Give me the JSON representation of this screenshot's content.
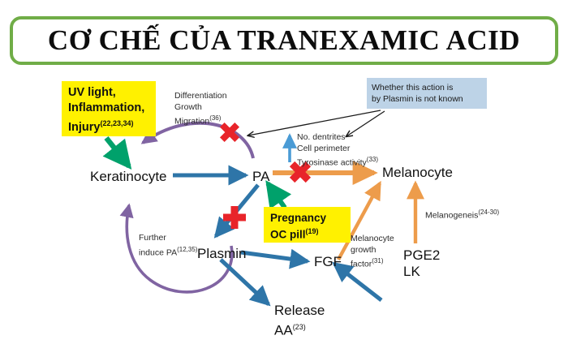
{
  "title": {
    "text": "CƠ CHẾ CỦA TRANEXAMIC ACID",
    "border_color": "#70AD47"
  },
  "colors": {
    "yellow_box": "#FFF100",
    "blue_callout": "#BDD3E7",
    "green_arrow": "#00A16B",
    "purple_arrow": "#8064A2",
    "blue_arrow": "#2E75A8",
    "light_blue_arrow": "#4A9BD5",
    "orange_arrow": "#ED9C4B",
    "red_x": "#E8242A",
    "black_arrow": "#1a1a1a"
  },
  "boxes": {
    "uv": {
      "line1": "UV light,",
      "line2": "Inflammation,",
      "line3": "Injury",
      "ref": "(22,23,34)"
    },
    "pregnancy": {
      "line1": "Pregnancy",
      "line2": "OC pill",
      "ref": "(19)"
    },
    "callout": {
      "line1": "Whether this action is",
      "line2": "by Plasmin is not known"
    }
  },
  "nodes": {
    "keratinocyte": "Keratinocyte",
    "pa": "PA",
    "melanocyte": "Melanocyte",
    "plasmin": "Plasmin",
    "fgf": "FGF",
    "pge2_line1": "PGE2",
    "pge2_line2": "LK",
    "release_line1": "Release",
    "release_line2": "AA",
    "release_ref": "(23)"
  },
  "annotations": {
    "dgm": {
      "line1": "Differentiation",
      "line2": "Growth",
      "line3": "Migration",
      "ref": "(36)"
    },
    "dentrites": {
      "line1": "No. dentrites",
      "line2": "Cell perimeter",
      "line3": "Tyrosinase activity",
      "ref": "(33)"
    },
    "further": {
      "line1": "Further",
      "line2": "induce PA",
      "ref": "(12,35)"
    },
    "mgf": {
      "line1": "Melanocyte",
      "line2": "growth",
      "line3": "factor",
      "ref": "(31)"
    },
    "melanogenesis": {
      "text": "Melanogeneis",
      "ref": "(24-30)"
    }
  },
  "markers": {
    "x_on_purple": "red-x-mark",
    "x_on_blue_diagonal": "red-x-mark",
    "x_on_orange": "red-x-mark"
  }
}
